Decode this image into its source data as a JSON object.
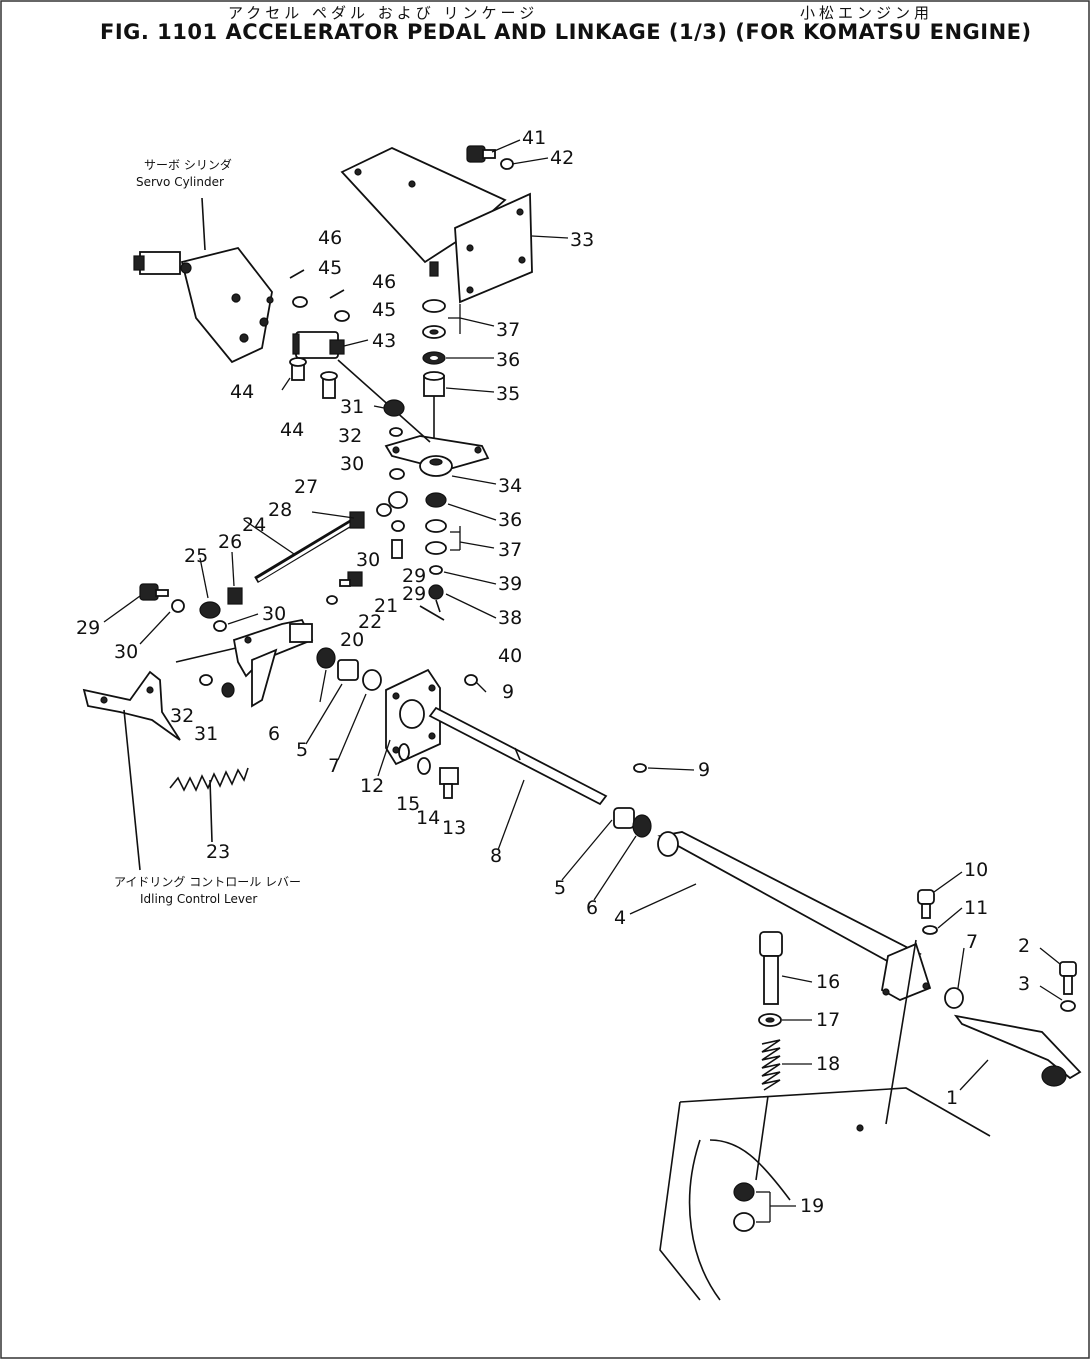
{
  "header": {
    "jp_left": "アクセル ペダル および リンケージ",
    "jp_right": "小松エンジン用",
    "title": "FIG. 1101  ACCELERATOR PEDAL AND LINKAGE (1/3) (FOR KOMATSU ENGINE)"
  },
  "captions": {
    "servo_jp": "サーボ シリンダ",
    "servo_en": "Servo Cylinder",
    "idling_jp": "アイドリング コントロール レバー",
    "idling_en": "Idling Control Lever"
  },
  "part_numbers": [
    "41",
    "42",
    "33",
    "46",
    "45",
    "46",
    "45",
    "37",
    "43",
    "36",
    "44",
    "35",
    "31",
    "44",
    "32",
    "34",
    "30",
    "27",
    "36",
    "28",
    "24",
    "26",
    "30",
    "37",
    "25",
    "29",
    "39",
    "21",
    "29",
    "38",
    "22",
    "29",
    "30",
    "20",
    "40",
    "30",
    "32",
    "31",
    "6",
    "5",
    "7",
    "9",
    "12",
    "23",
    "15",
    "14",
    "13",
    "8",
    "9",
    "5",
    "6",
    "4",
    "10",
    "11",
    "7",
    "2",
    "16",
    "3",
    "17",
    "18",
    "1",
    "19"
  ]
}
